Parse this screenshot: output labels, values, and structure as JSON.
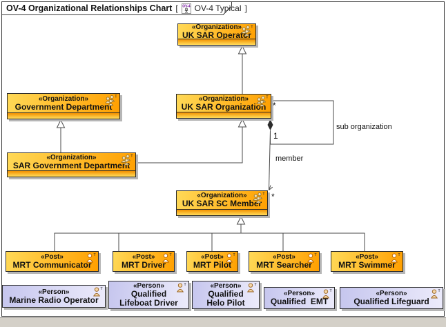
{
  "diagram": {
    "title": "OV-4 Organizational Relationships Chart",
    "bracket_open": "[",
    "tab_ref": "OV-4 Typical",
    "bracket_close": "]",
    "type_icon_label": "OV-4"
  },
  "nodes": {
    "uk_sar_operator": {
      "stereotype": "«Organization»",
      "name": "UK SAR Operator"
    },
    "government_department": {
      "stereotype": "«Organization»",
      "name": "Government Department"
    },
    "uk_sar_organization": {
      "stereotype": "«Organization»",
      "name": "UK SAR Organization"
    },
    "sar_government_department": {
      "stereotype": "«Organization»",
      "name": "SAR Government Department"
    },
    "uk_sar_sc_member": {
      "stereotype": "«Organization»",
      "name": "UK SAR SC Member"
    },
    "mrt_communicator": {
      "stereotype": "«Post»",
      "name": "MRT Communicator"
    },
    "mrt_driver": {
      "stereotype": "«Post»",
      "name": "MRT Driver"
    },
    "mrt_pilot": {
      "stereotype": "«Post»",
      "name": "MRT Pilot"
    },
    "mrt_searcher": {
      "stereotype": "«Post»",
      "name": "MRT Searcher"
    },
    "mrt_swimmer": {
      "stereotype": "«Post»",
      "name": "MRT Swimmer"
    },
    "marine_radio_operator": {
      "stereotype": "«Person»",
      "name": "Marine Radio Operator"
    },
    "qualified_lifeboat_driver": {
      "stereotype": "«Person»",
      "name": "Qualified\nLifeboat Driver"
    },
    "qualified_helo_pilot": {
      "stereotype": "«Person»",
      "name": "Qualified\nHelo Pilot"
    },
    "qualified_emt": {
      "stereotype": "«Person»",
      "name": "Qualified  EMT"
    },
    "qualified_lifeguard": {
      "stereotype": "«Person»",
      "name": "Qualified Lifeguard"
    }
  },
  "edges": {
    "sub_organization_label": "sub organization",
    "member_label": "member",
    "mult_star_top": "*",
    "mult_one": "1",
    "mult_star_bottom": "*"
  },
  "colors": {
    "node_orange_from": "#ffd957",
    "node_orange_to": "#ff9f00",
    "node_person_from": "#c6c6ee",
    "node_person_to": "#ecebfb",
    "connector": "#4a4a4a"
  }
}
